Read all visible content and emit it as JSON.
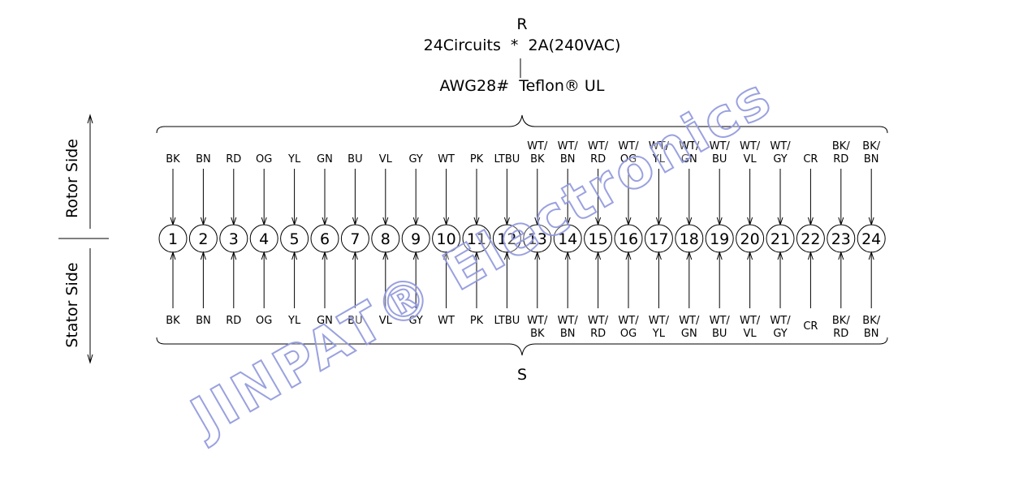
{
  "header": {
    "rotor_letter": "R",
    "spec_line": "24Circuits  *  2A(240VAC)",
    "wire_line": "AWG28#  Teflon® UL"
  },
  "stator_letter": "S",
  "side_labels": {
    "rotor": "Rotor Side",
    "stator": "Stator Side"
  },
  "watermark": "JINPAT® Electronics",
  "circuits": [
    {
      "num": "1",
      "rotor": [
        "BK"
      ],
      "stator": [
        "BK"
      ]
    },
    {
      "num": "2",
      "rotor": [
        "BN"
      ],
      "stator": [
        "BN"
      ]
    },
    {
      "num": "3",
      "rotor": [
        "RD"
      ],
      "stator": [
        "RD"
      ]
    },
    {
      "num": "4",
      "rotor": [
        "OG"
      ],
      "stator": [
        "OG"
      ]
    },
    {
      "num": "5",
      "rotor": [
        "YL"
      ],
      "stator": [
        "YL"
      ]
    },
    {
      "num": "6",
      "rotor": [
        "GN"
      ],
      "stator": [
        "GN"
      ]
    },
    {
      "num": "7",
      "rotor": [
        "BU"
      ],
      "stator": [
        "BU"
      ]
    },
    {
      "num": "8",
      "rotor": [
        "VL"
      ],
      "stator": [
        "VL"
      ]
    },
    {
      "num": "9",
      "rotor": [
        "GY"
      ],
      "stator": [
        "GY"
      ]
    },
    {
      "num": "10",
      "rotor": [
        "WT"
      ],
      "stator": [
        "WT"
      ]
    },
    {
      "num": "11",
      "rotor": [
        "PK"
      ],
      "stator": [
        "PK"
      ]
    },
    {
      "num": "12",
      "rotor": [
        "LTBU"
      ],
      "stator": [
        "LTBU"
      ]
    },
    {
      "num": "13",
      "rotor": [
        "WT/",
        "BK"
      ],
      "stator": [
        "WT/",
        "BK"
      ]
    },
    {
      "num": "14",
      "rotor": [
        "WT/",
        "BN"
      ],
      "stator": [
        "WT/",
        "BN"
      ]
    },
    {
      "num": "15",
      "rotor": [
        "WT/",
        "RD"
      ],
      "stator": [
        "WT/",
        "RD"
      ]
    },
    {
      "num": "16",
      "rotor": [
        "WT/",
        "OG"
      ],
      "stator": [
        "WT/",
        "OG"
      ]
    },
    {
      "num": "17",
      "rotor": [
        "WT/",
        "YL"
      ],
      "stator": [
        "WT/",
        "YL"
      ]
    },
    {
      "num": "18",
      "rotor": [
        "WT/",
        "GN"
      ],
      "stator": [
        "WT/",
        "GN"
      ]
    },
    {
      "num": "19",
      "rotor": [
        "WT/",
        "BU"
      ],
      "stator": [
        "WT/",
        "BU"
      ]
    },
    {
      "num": "20",
      "rotor": [
        "WT/",
        "VL"
      ],
      "stator": [
        "WT/",
        "VL"
      ]
    },
    {
      "num": "21",
      "rotor": [
        "WT/",
        "GY"
      ],
      "stator": [
        "WT/",
        "GY"
      ]
    },
    {
      "num": "22",
      "rotor": [
        "CR"
      ],
      "stator": [
        "CR"
      ]
    },
    {
      "num": "23",
      "rotor": [
        "BK/",
        "RD"
      ],
      "stator": [
        "BK/",
        "RD"
      ]
    },
    {
      "num": "24",
      "rotor": [
        "BK/",
        "BN"
      ],
      "stator": [
        "BK/",
        "BN"
      ]
    }
  ]
}
